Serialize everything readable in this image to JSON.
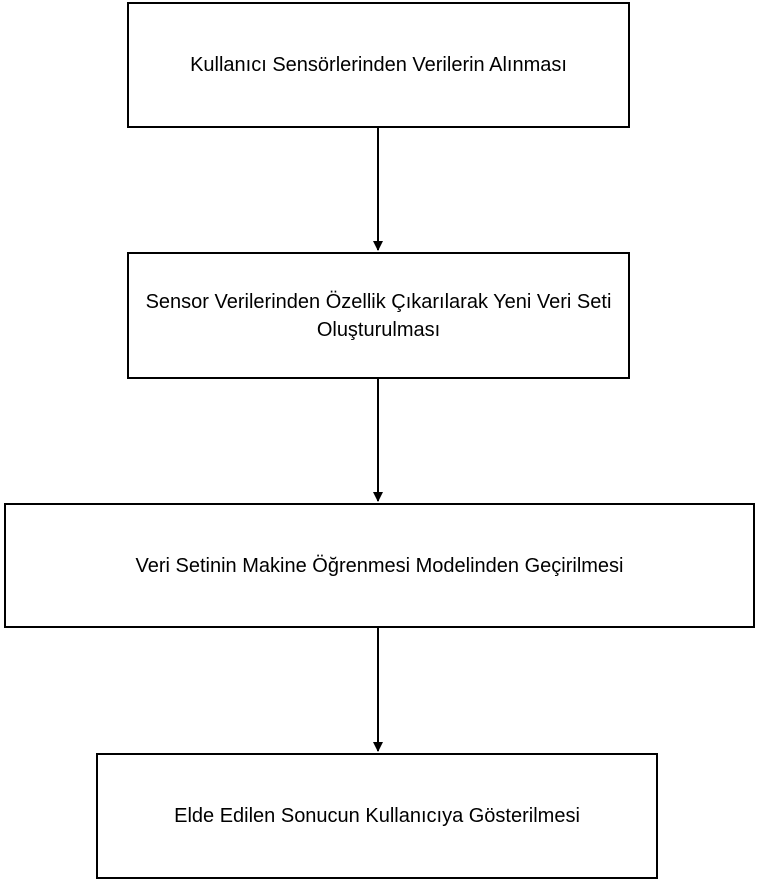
{
  "steps": [
    {
      "label": "Kullanıcı Sensörlerinden Verilerin Alınması"
    },
    {
      "label": "Sensor Verilerinden Özellik Çıkarılarak Yeni Veri Seti Oluşturulması"
    },
    {
      "label": "Veri Setinin Makine Öğrenmesi Modelinden Geçirilmesi"
    },
    {
      "label": "Elde Edilen Sonucun Kullanıcıya Gösterilmesi"
    }
  ],
  "colors": {
    "stroke": "#000000",
    "fill": "#ffffff"
  }
}
